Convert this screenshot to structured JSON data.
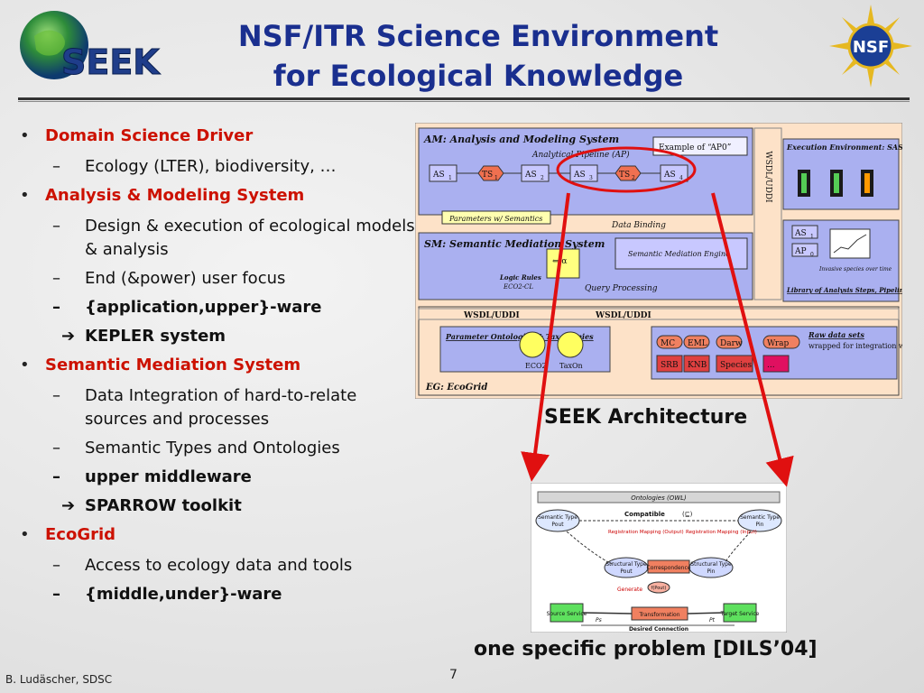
{
  "logo": {
    "text": "SEEK"
  },
  "nsf_logo": {
    "text": "NSF"
  },
  "title": {
    "line1": "NSF/ITR Science Environment",
    "line2": "for Ecological Knowledge"
  },
  "bullets": [
    {
      "label": "Domain Science Driver",
      "subs": [
        {
          "text": "Ecology (LTER), biodiversity, …",
          "style": "normal"
        }
      ]
    },
    {
      "label": "Analysis & Modeling System",
      "subs": [
        {
          "text": "Design & execution of ecological models & analysis",
          "style": "normal"
        },
        {
          "text": "End (&power) user focus",
          "style": "normal"
        },
        {
          "text": "{application,upper}-ware",
          "style": "bold"
        },
        {
          "text": "KEPLER system",
          "style": "arrow"
        }
      ]
    },
    {
      "label": "Semantic Mediation System",
      "subs": [
        {
          "text": "Data Integration of hard-to-relate sources and processes",
          "style": "normal"
        },
        {
          "text": "Semantic Types and Ontologies",
          "style": "normal"
        },
        {
          "text": "upper middleware",
          "style": "bold"
        },
        {
          "text": "SPARROW toolkit",
          "style": "arrow"
        }
      ]
    },
    {
      "label": "EcoGrid",
      "subs": [
        {
          "text": "Access to ecology data and tools",
          "style": "normal"
        },
        {
          "text": "{middle,under}-ware",
          "style": "bold"
        }
      ]
    }
  ],
  "arch": {
    "am_title": "AM: Analysis and Modeling System",
    "pipeline_label": "Analytical Pipeline (AP)",
    "example_label": "Example of “AP0”",
    "nodes": [
      "AS",
      "TS",
      "AS",
      "AS",
      "TS",
      "AS"
    ],
    "node_subs": [
      "1",
      "1",
      "2",
      "3",
      "2",
      "4"
    ],
    "params_label": "Parameters w/ Semantics",
    "data_binding": "Data Binding",
    "sm_title": "SM: Semantic Mediation System",
    "logic_rules": "Logic Rules",
    "eco2cl": "ECO2-CL",
    "query_processing": "Query Processing",
    "sme_label": "Semantic Mediation Engine",
    "wsdl_v": "WSDL/UDDI",
    "exec_env": "Execution Environment: SAS, MATLAB, etc.",
    "as_box": "AS",
    "as_box_sub": "1",
    "ap_box": "AP",
    "ap_box_sub": "0",
    "invasive": "Invasive species over time",
    "library": "Library of Analysis Steps, Pipelines & Results",
    "wsdl1": "WSDL/UDDI",
    "wsdl2": "WSDL/UDDI",
    "params_onto": "Parameter Ontologies & Taxonomies",
    "eco2": "ECO2",
    "taxon": "TaxOn",
    "tags_top": [
      "MC",
      "EML",
      "Darw",
      "Wrap"
    ],
    "tags_bottom": [
      "SRB",
      "KNB",
      "Species",
      "..."
    ],
    "raw_data": "Raw data sets",
    "raw_desc": "wrapped for integration w/ EML, etc.",
    "ecogrid": "EG: EcoGrid"
  },
  "arch_caption": "SEEK Architecture",
  "small_diagram": {
    "ontologies": "Ontologies (OWL)",
    "compatible": "Compatible",
    "compatible_sym": "(⊑)",
    "semantic_type": "Semantic Type",
    "pin_sub": "Pin",
    "pout_sub": "Pout",
    "reg_out": "Registration Mapping (Output)",
    "reg_in": "Registration Mapping (Input)",
    "structural_type": "Structural Type",
    "correspondence": "Correspondence",
    "generate": "Generate",
    "fmap": "f(Pout)",
    "transformation": "Transformation",
    "source_service": "Source Service",
    "target_service": "Target Service",
    "desired": "Desired Connection",
    "ps": "Ps",
    "pt": "Pt"
  },
  "small_caption": "one specific problem [DILS’04]",
  "footer": {
    "author": "B. Ludäscher, SDSC",
    "page": "7"
  },
  "colors": {
    "title": "#1a2f8f",
    "bullet_red": "#cc1100",
    "accent_red": "#e01010"
  }
}
